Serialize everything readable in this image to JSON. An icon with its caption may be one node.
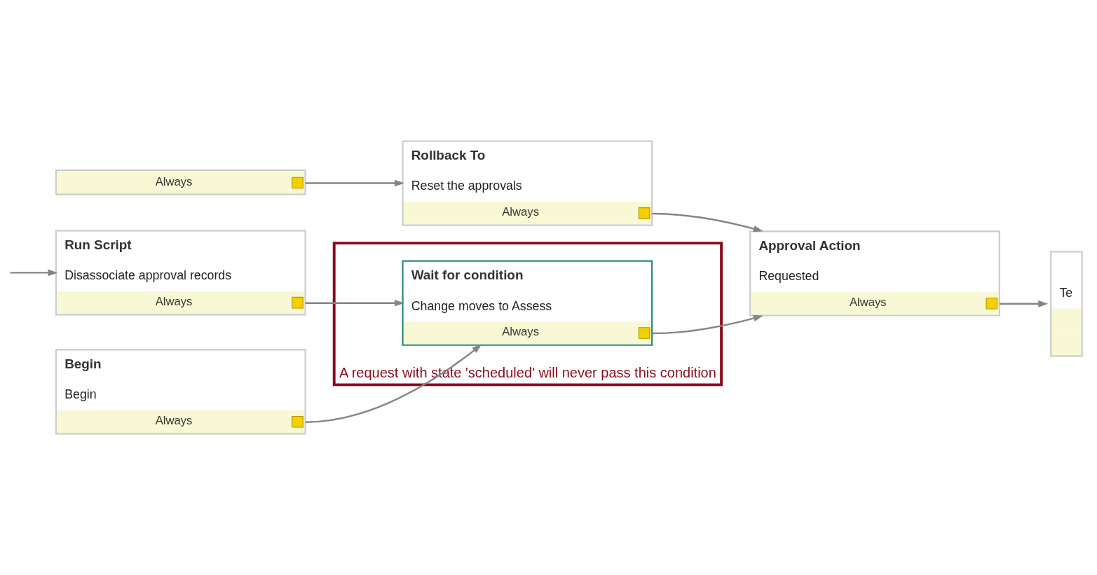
{
  "diagram": {
    "nodes": [
      {
        "text": [
          "Always"
        ]
      },
      {
        "text": [
          "Run Script",
          "Disassociate approval records",
          "Always"
        ]
      },
      {
        "text": [
          "Rollback To",
          "Reset the approvals",
          "Always"
        ]
      },
      {
        "text": [
          "A request with state 'scheduled' will never pass this condition"
        ]
      },
      {
        "text": [
          "Wait for condition",
          "Change moves to Assess",
          "Always"
        ],
        "in": 3
      },
      {
        "text": [
          "Begin",
          "Begin",
          "Always"
        ]
      },
      {
        "text": [
          "Approval Action",
          "Requested",
          "Always"
        ]
      },
      {
        "text": [
          "Te"
        ]
      }
    ],
    "edges": [
      {
        "from": null,
        "to": 1,
        "arrow": "to"
      },
      {
        "from": 0,
        "to": 2,
        "arrow": "to"
      },
      {
        "from": 1,
        "to": 4,
        "arrow": "to"
      },
      {
        "from": 5,
        "to": 4,
        "arrow": "to"
      },
      {
        "from": 2,
        "to": 6,
        "arrow": "to"
      },
      {
        "from": 4,
        "to": 6,
        "arrow": "to"
      },
      {
        "from": 6,
        "to": 7,
        "arrow": "to"
      }
    ]
  }
}
